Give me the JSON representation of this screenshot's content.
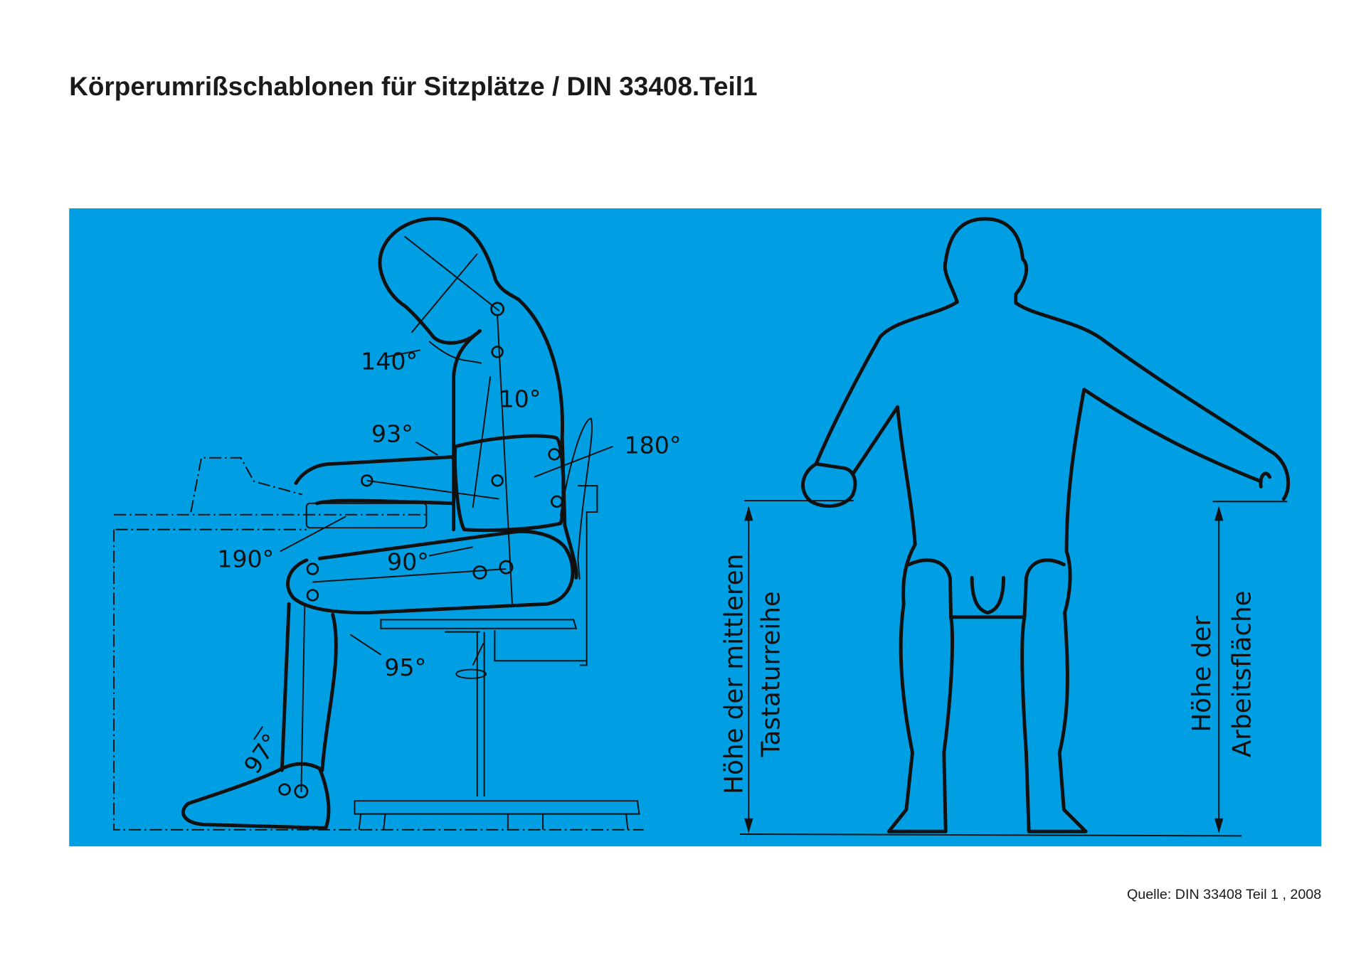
{
  "title": "Körperumrißschablonen für Sitzplätze / DIN 33408.Teil1",
  "source": "Quelle: DIN 33408 Teil 1 , 2008",
  "colors": {
    "panel": "#009FE3",
    "line": "#111111"
  },
  "side_view": {
    "angles": [
      "140°",
      "10°",
      "93°",
      "180°",
      "190°",
      "90°",
      "95°",
      "97°"
    ]
  },
  "front_view": {
    "left_dimension": [
      "Höhe der mittleren",
      "Tastaturreihe"
    ],
    "right_dimension": [
      "Höhe der",
      "Arbeitsfläche"
    ]
  }
}
